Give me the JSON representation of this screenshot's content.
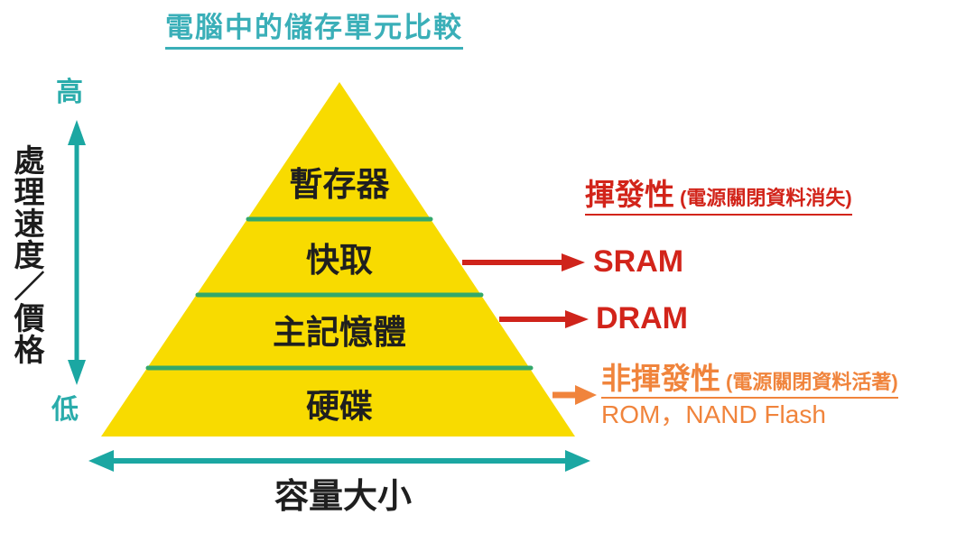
{
  "title": "電腦中的儲存單元比較",
  "colors": {
    "title_teal": "#3aafb8",
    "teal": "#1ba7a2",
    "yellow": "#f8db00",
    "divider_green": "#33a86b",
    "red": "#cf241b",
    "orange": "#f0843c",
    "text_black": "#1f1f1f"
  },
  "left_axis": {
    "high_label": "高",
    "low_label": "低",
    "axis_label": "處理速度／價格"
  },
  "pyramid": {
    "levels": [
      {
        "label": "暫存器"
      },
      {
        "label": "快取"
      },
      {
        "label": "主記憶體"
      },
      {
        "label": "硬碟"
      }
    ]
  },
  "annotations": {
    "volatile": {
      "heading": "揮發性",
      "note": "(電源關閉資料消失)"
    },
    "sram_label": "SRAM",
    "dram_label": "DRAM",
    "nonvolatile": {
      "heading": "非揮發性",
      "note": "(電源關閉資料活著)",
      "examples": "ROM，NAND Flash"
    }
  },
  "bottom_axis": {
    "label": "容量大小"
  }
}
